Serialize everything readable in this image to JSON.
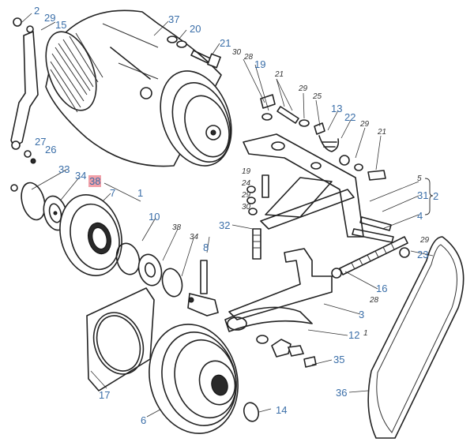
{
  "colors": {
    "callout": "#3a6ea8",
    "highlight": "#f2a0a8",
    "line": "#222222"
  },
  "callouts": {
    "c2a": "2",
    "c29a": "29",
    "c15": "15",
    "c37": "37",
    "c20": "20",
    "c21a": "21",
    "c30": "30",
    "c28": "28",
    "c19": "19",
    "c21b": "21",
    "c29b": "29",
    "c25": "25",
    "c13": "13",
    "c22": "22",
    "c29c": "29",
    "c21c": "21",
    "c27": "27",
    "c26": "26",
    "c33": "33",
    "c34a": "34",
    "c38a": "38",
    "c7": "7",
    "c1": "1",
    "c10": "10",
    "c38b": "38",
    "c34b": "34",
    "c8": "8",
    "c32": "32",
    "c5": "5",
    "c31": "31",
    "c2b": "2",
    "c4": "4",
    "c23": "23",
    "c16": "16",
    "c3": "3",
    "c12": "12",
    "c35": "35",
    "c36": "36",
    "c17": "17",
    "c6": "6",
    "c14": "14",
    "c19s": "19",
    "c24s": "24",
    "c29s": "29",
    "c30s": "30",
    "c29d": "29",
    "c28s": "28",
    "c1s": "1"
  },
  "highlighted_callout": "38"
}
